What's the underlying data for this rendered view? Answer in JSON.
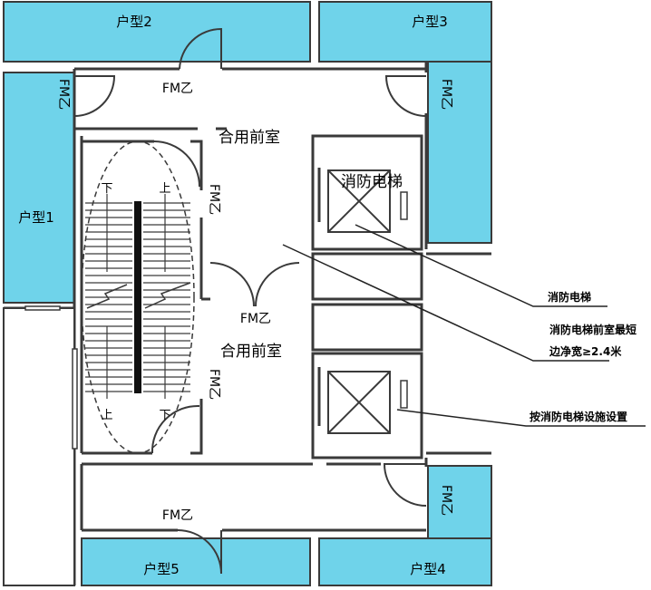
{
  "colors": {
    "unit_fill": "#6fd3ea",
    "wall": "#3a3a3a",
    "background": "#ffffff"
  },
  "units": {
    "unit1": "户型1",
    "unit2": "户型2",
    "unit3": "户型3",
    "unit4": "户型4",
    "unit5": "户型5"
  },
  "door_labels": {
    "top_center": "FM乙",
    "left_top": "FM乙",
    "right_top": "FM乙",
    "stair_top": "FM乙",
    "middle_center": "FM乙",
    "stair_bottom": "FM乙",
    "bottom_center": "FM乙",
    "right_bottom": "FM乙"
  },
  "rooms": {
    "shared_lobby_top": "合用前室",
    "shared_lobby_bottom": "合用前室",
    "fire_elevator_room": "消防电梯"
  },
  "stairs": {
    "down_left": "下",
    "up_right": "上",
    "up_left": "上",
    "down_right": "下"
  },
  "callouts": {
    "fire_elevator": "消防电梯",
    "lobby_width_line1": "消防电梯前室最短",
    "lobby_width_line2": "边净宽≥2.4米",
    "elevator_setting": "按消防电梯设施设置"
  }
}
